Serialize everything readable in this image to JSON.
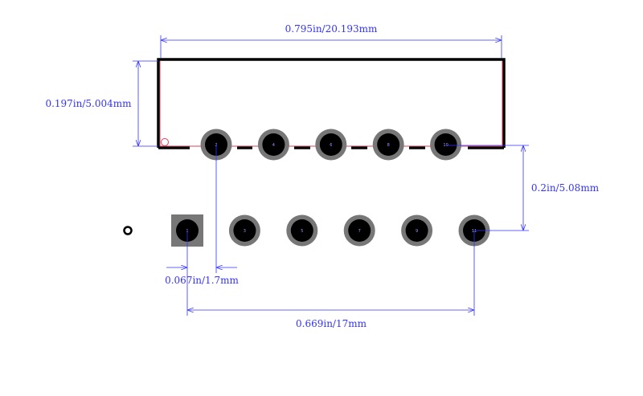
{
  "dimensions": {
    "overall_width": "0.795in/20.193mm",
    "body_height": "0.197in/5.004mm",
    "row_spacing": "0.2in/5.08mm",
    "pin_offset": "0.067in/1.7mm",
    "pin_span": "0.669in/17mm"
  },
  "pins": {
    "top": [
      "2",
      "4",
      "6",
      "8",
      "10"
    ],
    "bottom": [
      "1",
      "3",
      "5",
      "7",
      "9",
      "11"
    ]
  },
  "colors": {
    "dimension": "#3333ff",
    "outline": "#000000",
    "pad": "#777777",
    "hole": "#000000",
    "courtyard": "#e0405a"
  }
}
